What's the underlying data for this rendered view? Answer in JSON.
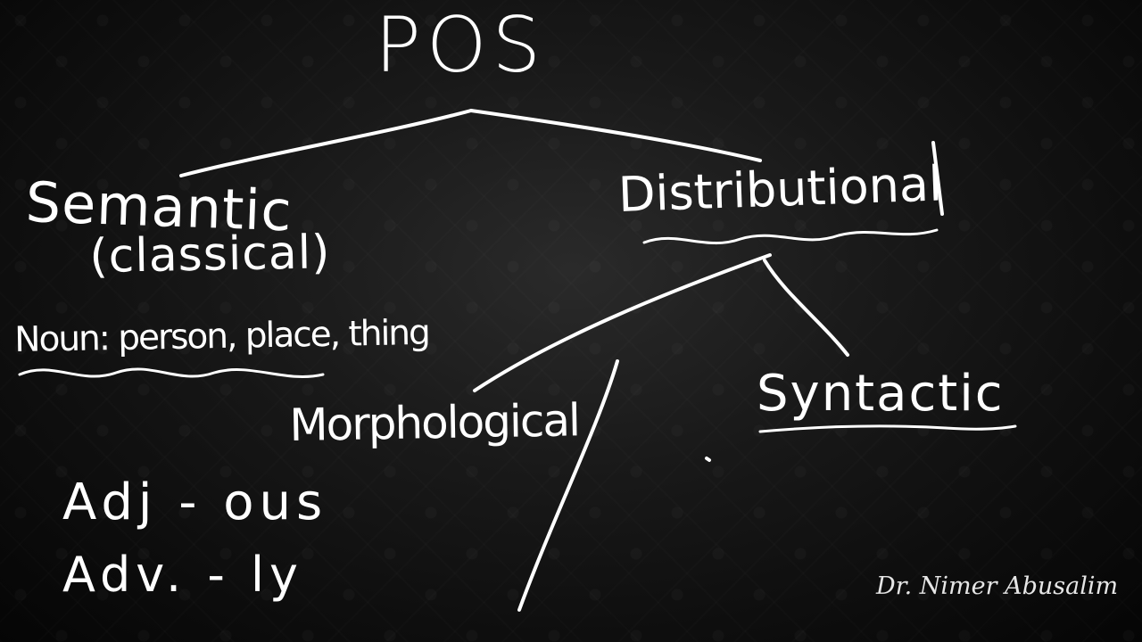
{
  "title": "POS",
  "branches": {
    "semantic": {
      "label": "Semantic",
      "sublabel": "(classical)",
      "example": "Noun: person, place, thing"
    },
    "distributional": {
      "label": "Distributional",
      "children": {
        "morphological": {
          "label": "Morphological",
          "examples": [
            "Adj - ous",
            "Adv. - ly"
          ]
        },
        "syntactic": {
          "label": "Syntactic"
        }
      }
    }
  },
  "credit": "Dr. Nimer Abusalim",
  "colors": {
    "board": "#111111",
    "chalk": "#ffffff"
  }
}
